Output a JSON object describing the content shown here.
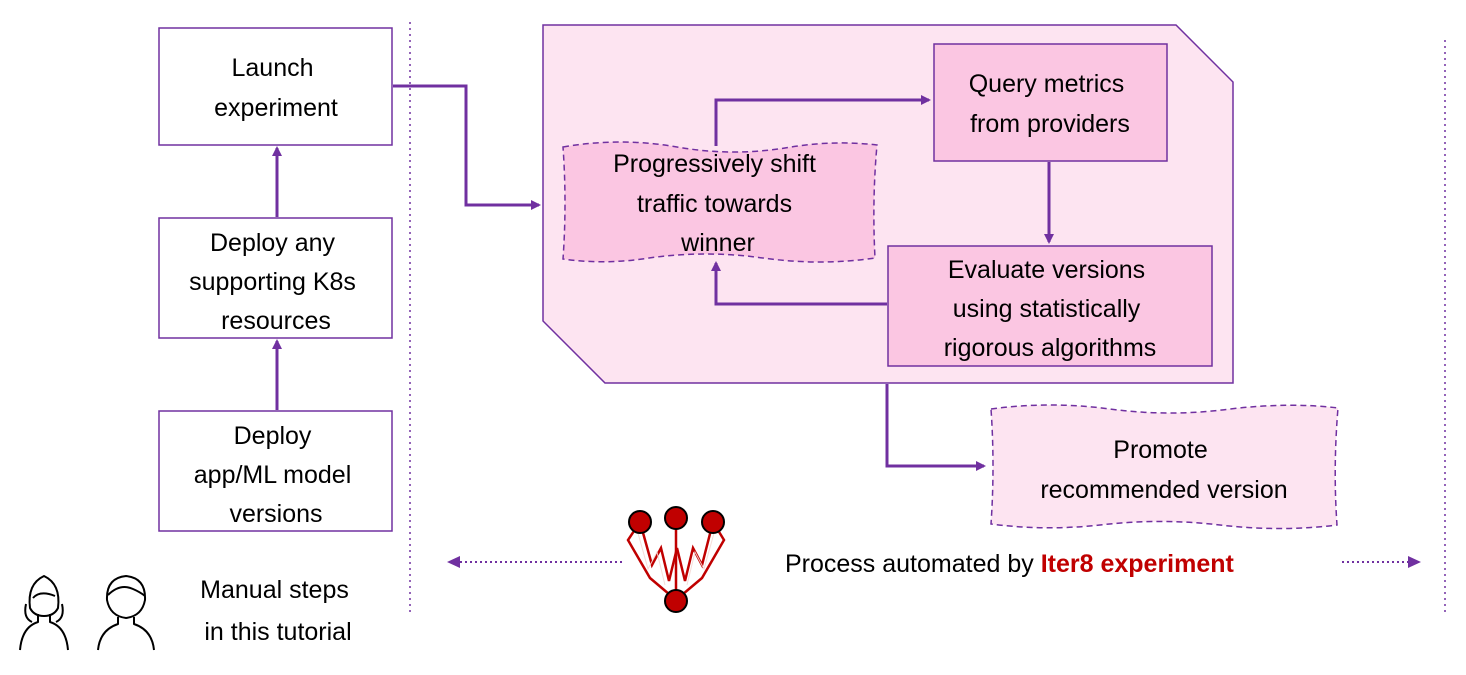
{
  "colors": {
    "accent": "#7030a0",
    "panel_fill": "#fde4f1",
    "box_fill": "#fbc6e2",
    "brand_red": "#c00000"
  },
  "manual_steps": {
    "launch": [
      "Launch",
      "experiment"
    ],
    "deploy_supporting": [
      "Deploy any",
      "supporting K8s",
      "resources"
    ],
    "deploy_versions": [
      "Deploy",
      "app/ML model",
      "versions"
    ]
  },
  "automated_steps": {
    "query_metrics": [
      "Query metrics",
      "from providers"
    ],
    "evaluate": [
      "Evaluate versions",
      "using statistically",
      "rigorous algorithms"
    ],
    "shift_traffic": [
      "Progressively shift",
      "traffic towards",
      "winner"
    ],
    "promote": [
      "Promote",
      "recommended  version"
    ]
  },
  "legend": {
    "manual_caption": [
      "Manual steps",
      "in this tutorial"
    ],
    "automated_prefix": "Process automated by ",
    "automated_brand": "Iter8 experiment",
    "people_icons": [
      "woman-icon",
      "man-icon"
    ],
    "logo": "iter8-logo-icon"
  }
}
